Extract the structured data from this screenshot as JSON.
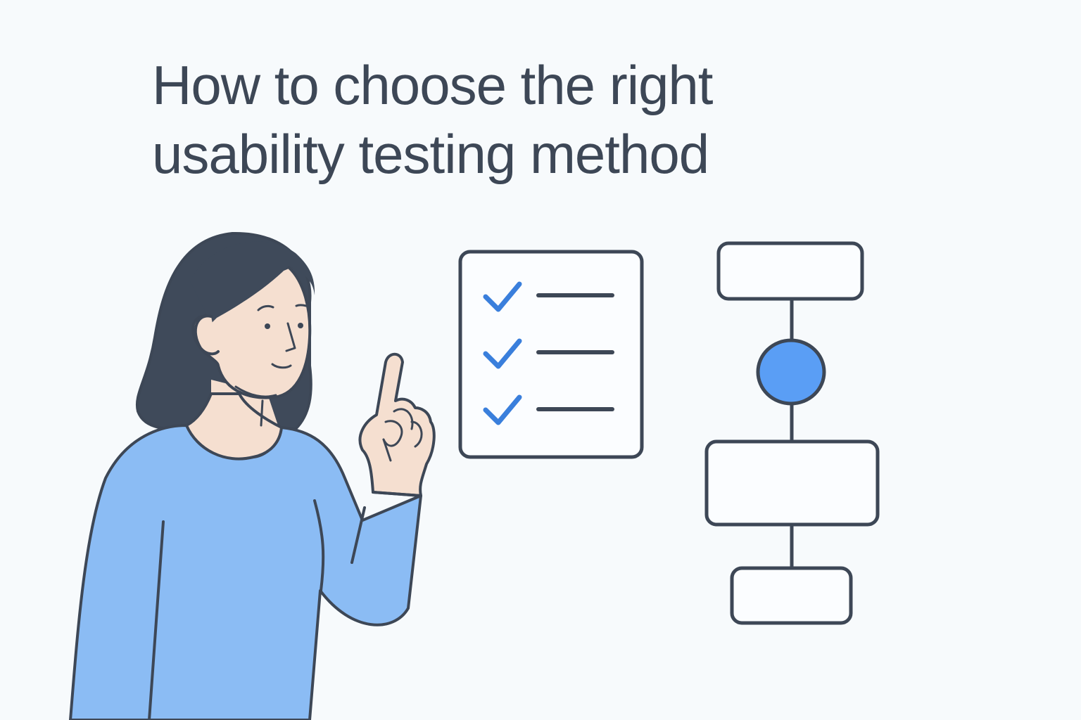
{
  "header": {
    "title_lines": [
      "How to choose the right",
      "usability testing method"
    ]
  },
  "illustration": {
    "person": {
      "description": "woman pointing upward",
      "shirt_color": "#8bbcf4",
      "skin_color": "#f5dfd0",
      "hair_color": "#3f4a5a"
    },
    "checklist": {
      "items": [
        {
          "checked": true,
          "icon": "checkmark-icon"
        },
        {
          "checked": true,
          "icon": "checkmark-icon"
        },
        {
          "checked": true,
          "icon": "checkmark-icon"
        }
      ],
      "check_color": "#3a7fdc"
    },
    "flowchart": {
      "nodes": [
        "box",
        "circle",
        "box",
        "box"
      ],
      "highlight_color": "#5a9ef5"
    },
    "outline_color": "#3d4756"
  }
}
